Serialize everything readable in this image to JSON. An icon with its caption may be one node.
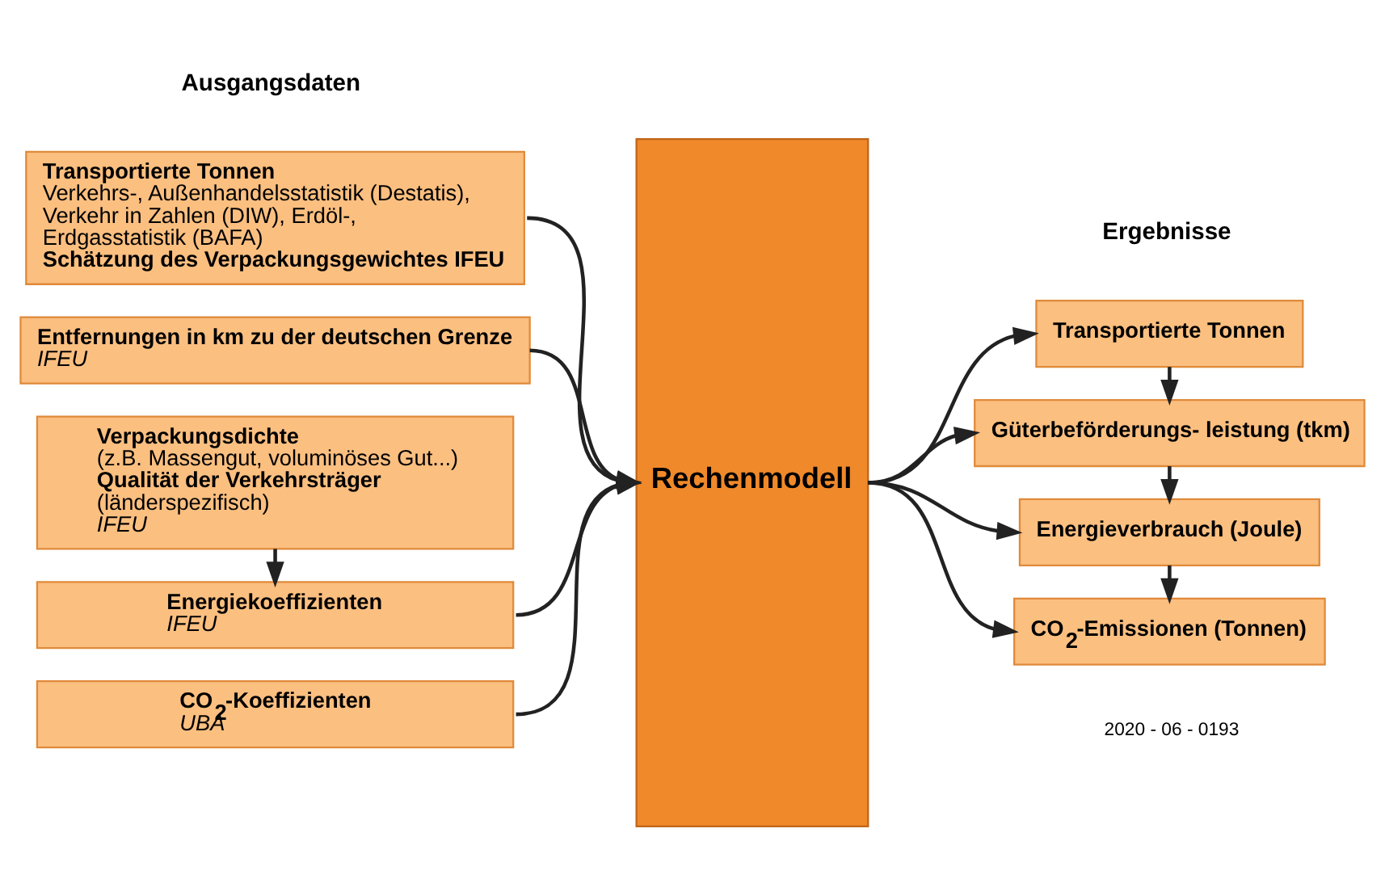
{
  "diagram": {
    "nodes": [
      {
        "text": [
          "Transportierte Tonnen",
          "Verkehrs-, Außenhandelsstatistik (Destatis), Verkehr in Zahlen (DIW), Erdöl-, Erdgasstatistik (BAFA)",
          "Schätzung des Verpackungsgewichtes IFEU"
        ]
      },
      {
        "text": [
          "Entfernungen in km zu der deutschen Grenze",
          "IFEU"
        ]
      },
      {
        "text": [
          "Verpackungsdichte",
          "(z.B. Massengut, voluminöses Gut...)",
          "Qualität der Verkehrsträger",
          "(länderspezifisch)",
          "IFEU"
        ]
      },
      {
        "text": [
          "Energiekoeffizienten",
          "IFEU"
        ]
      },
      {
        "text": [
          "CO$_{2}$-Koeffizienten",
          "UBA"
        ]
      },
      {
        "text": [
          "Rechenmodell"
        ]
      },
      {
        "text": [
          "Transportierte Tonnen"
        ]
      },
      {
        "text": [
          "Güterbeförderungs- leistung (tkm)"
        ]
      },
      {
        "text": [
          "Energieverbrauch (Joule)"
        ]
      },
      {
        "text": [
          "CO$_{2}$-Emissionen (Tonnen)"
        ]
      }
    ],
    "edges": [
      {
        "from": 0,
        "to": 5,
        "arrow": "to"
      },
      {
        "from": 1,
        "to": 5,
        "arrow": "to"
      },
      {
        "from": 2,
        "to": 3,
        "arrow": "to"
      },
      {
        "from": 3,
        "to": 5,
        "arrow": "to"
      },
      {
        "from": 4,
        "to": 5,
        "arrow": "to"
      },
      {
        "from": 5,
        "to": 6,
        "arrow": "to"
      },
      {
        "from": 5,
        "to": 7,
        "arrow": "to"
      },
      {
        "from": 5,
        "to": 8,
        "arrow": "to"
      },
      {
        "from": 5,
        "to": 9,
        "arrow": "to"
      },
      {
        "from": 6,
        "to": 7,
        "arrow": "to"
      },
      {
        "from": 7,
        "to": 8,
        "arrow": "to"
      },
      {
        "from": 8,
        "to": 9,
        "arrow": "to"
      }
    ],
    "labels": [
      "Ausgangsdaten",
      "Ergebnisse",
      "2020 - 06 - 0193"
    ]
  }
}
